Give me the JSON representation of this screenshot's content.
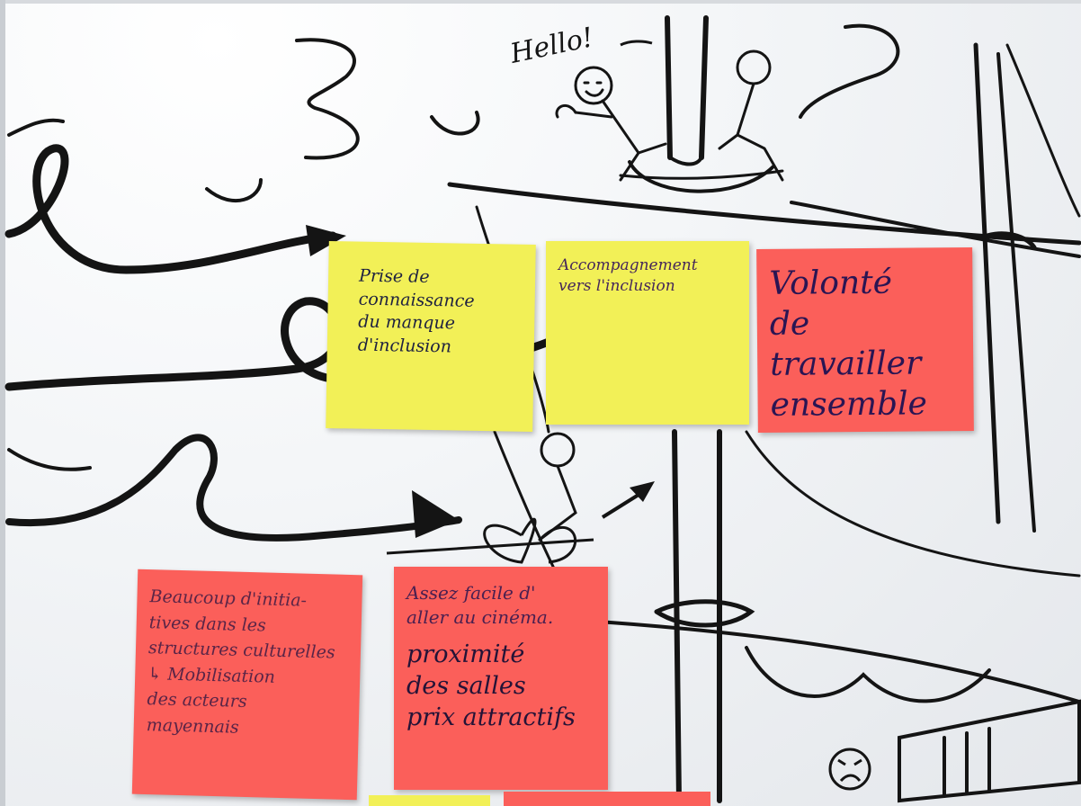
{
  "board": {
    "doodle_text": "Hello!"
  },
  "notes": [
    {
      "id": "note-1",
      "color": "#f2f057",
      "text": "Prise de\nconnaissance\ndu manque\nd'inclusion"
    },
    {
      "id": "note-2",
      "color": "#f2f057",
      "text": "Accompagnement\nvers l'inclusion"
    },
    {
      "id": "note-3",
      "color": "#fb5f5a",
      "text": "Volonté\nde travailler\nensemble"
    },
    {
      "id": "note-4",
      "color": "#fb5f5a",
      "text": "Beaucoup d'initia-\ntives dans les\nstructures culturelles\n↳ Mobilisation\ndes acteurs\nmayennais"
    },
    {
      "id": "note-5",
      "color": "#fb5f5a",
      "text_top": "Assez facile d'\naller au cinéma.",
      "text_bottom": "proximité\ndes salles\nprix attractifs"
    }
  ]
}
